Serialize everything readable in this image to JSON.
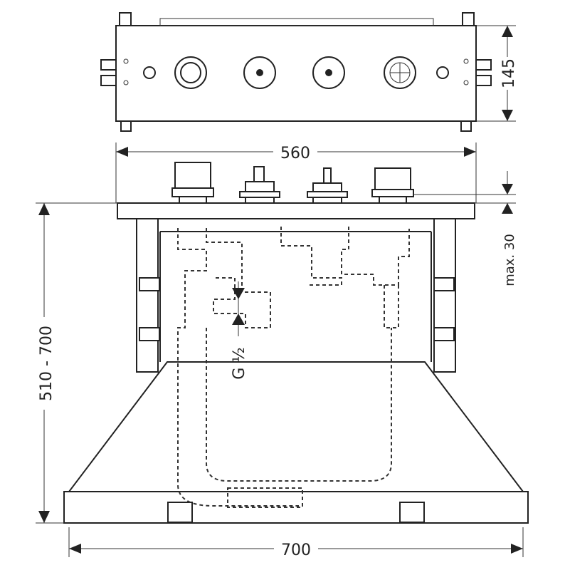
{
  "dimensions": {
    "top_height": "145",
    "valve_width": "560",
    "max_depth": "max. 30",
    "installation_depth": "510 - 700",
    "thread": "G ½",
    "base_width": "700"
  }
}
